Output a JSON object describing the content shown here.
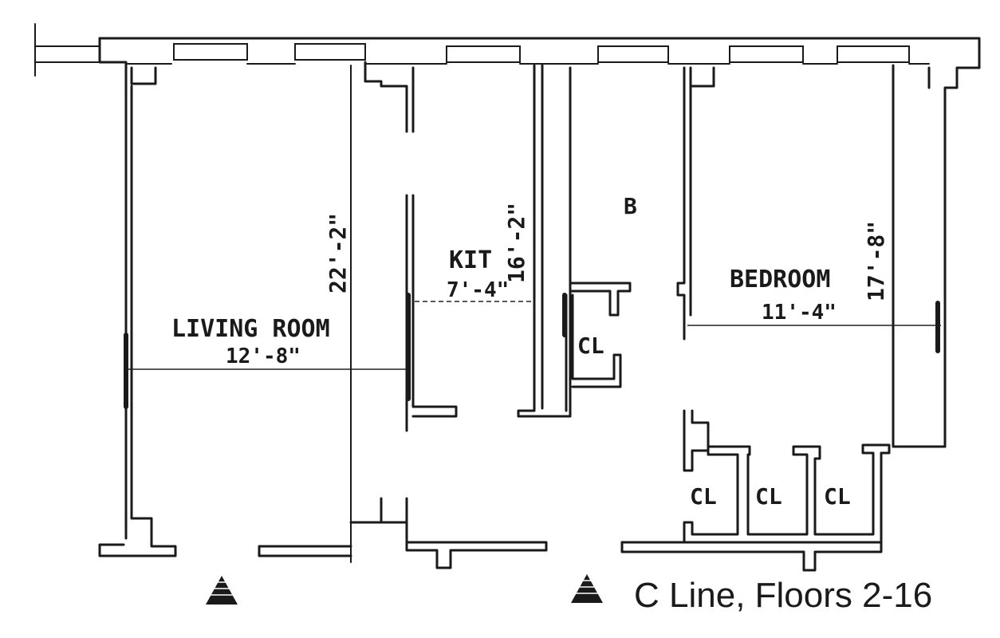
{
  "rooms": {
    "living_room": {
      "name": "LIVING ROOM",
      "width": "12'-8\"",
      "length": "22'-2\""
    },
    "kitchen": {
      "name": "KIT",
      "width": "7'-4\"",
      "length": "16'-2\""
    },
    "bath": {
      "name": "B"
    },
    "bedroom": {
      "name": "BEDROOM",
      "width": "11'-4\"",
      "length": "17'-8\""
    }
  },
  "closets": {
    "hall": "CL",
    "bedroom_1": "CL",
    "bedroom_2": "CL",
    "bedroom_3": "CL"
  },
  "caption": "C Line, Floors 2-16",
  "colors": {
    "ink": "#1a1a1a",
    "paper": "#ffffff"
  },
  "icons": [
    "entry-arrow-icon",
    "entry-arrow-icon"
  ]
}
